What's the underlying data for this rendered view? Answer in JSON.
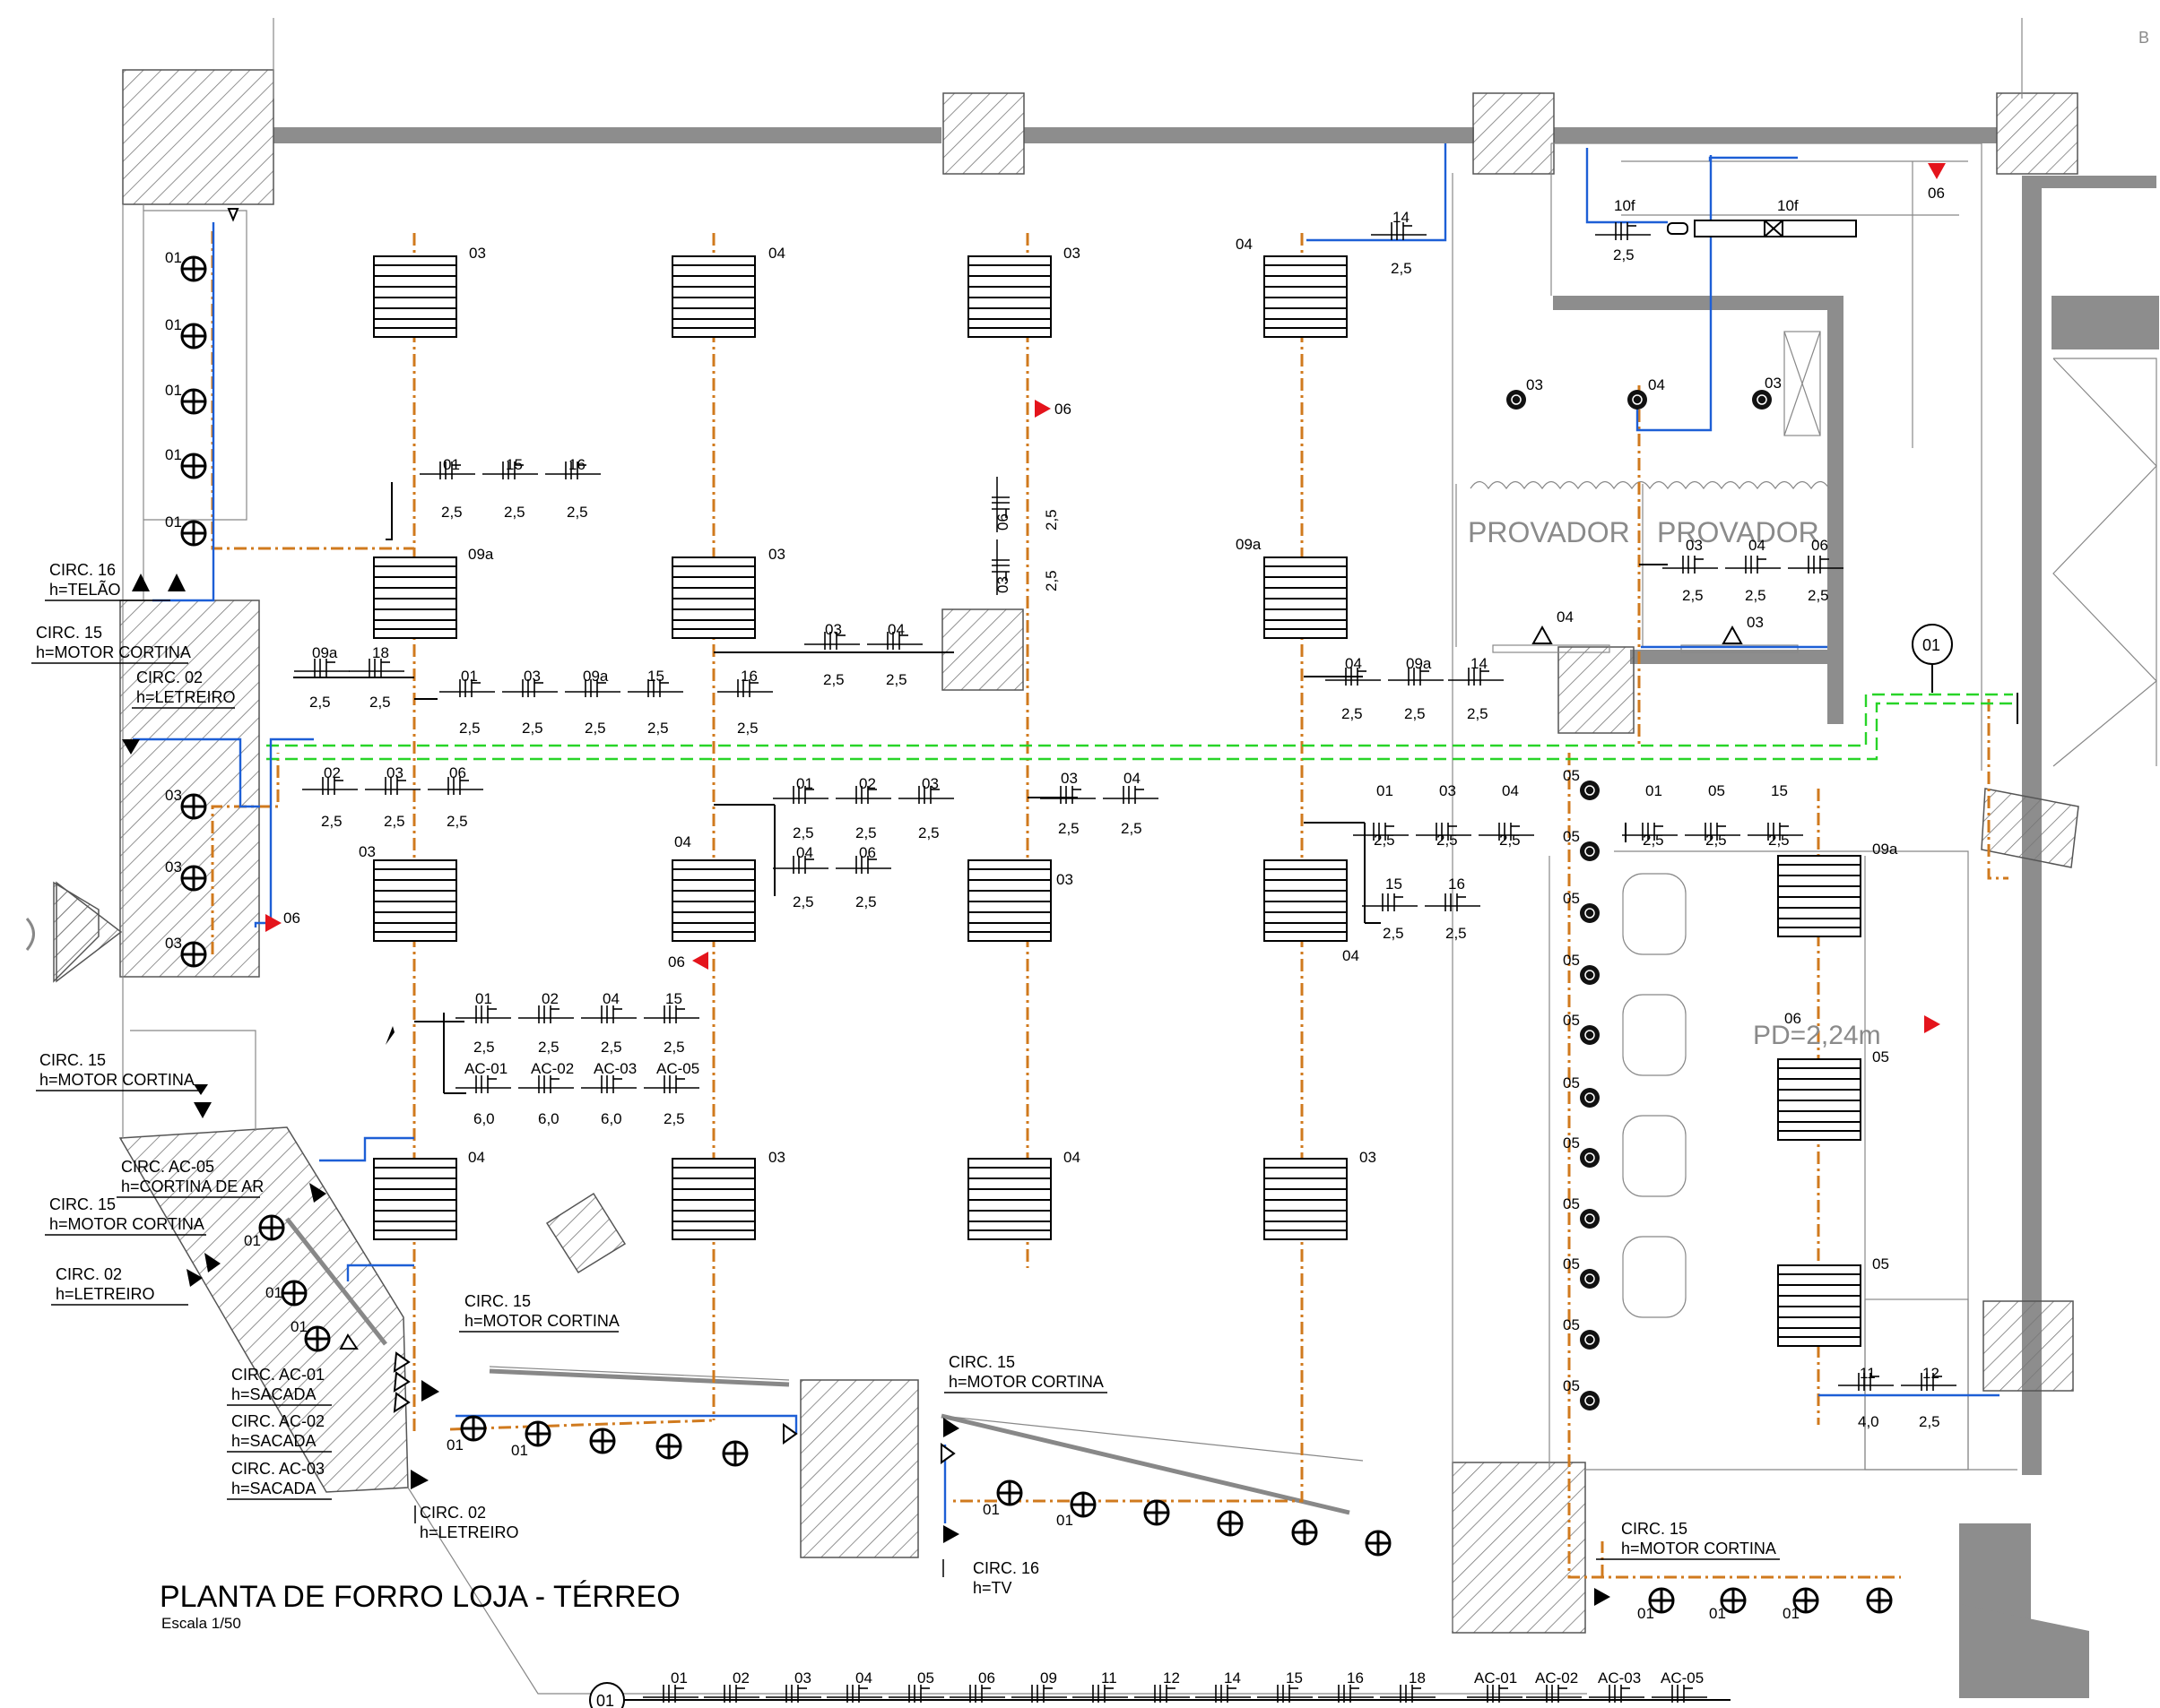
{
  "drawing": {
    "title": "PLANTA DE FORRO LOJA - TÉRREO",
    "scale": "Escala 1/50",
    "corner_mark": "B",
    "section_marker": "01",
    "legend_marker": "01"
  },
  "rooms": {
    "fitting_room_left": "PROVADOR",
    "fitting_room_right": "PROVADOR",
    "ceiling_height": "PD=2,24m"
  },
  "circuit_callouts": [
    {
      "name": "CIRC. 16",
      "height": "h=TELÃO"
    },
    {
      "name": "CIRC. 15",
      "height": "h=MOTOR CORTINA"
    },
    {
      "name": "CIRC. 02",
      "height": "h=LETREIRO"
    },
    {
      "name": "CIRC. 15",
      "height": "h=MOTOR CORTINA"
    },
    {
      "name": "CIRC. AC-05",
      "height": "h=CORTINA DE AR"
    },
    {
      "name": "CIRC. 15",
      "height": "h=MOTOR CORTINA"
    },
    {
      "name": "CIRC. 02",
      "height": "h=LETREIRO"
    },
    {
      "name": "CIRC. 15",
      "height": "h=MOTOR CORTINA"
    },
    {
      "name": "CIRC. AC-01",
      "height": "h=SACADA"
    },
    {
      "name": "CIRC. AC-02",
      "height": "h=SACADA"
    },
    {
      "name": "CIRC. AC-03",
      "height": "h=SACADA"
    },
    {
      "name": "CIRC. 02",
      "height": "h=LETREIRO"
    },
    {
      "name": "CIRC. 15",
      "height": "h=MOTOR CORTINA"
    },
    {
      "name": "CIRC. 16",
      "height": "h=TV"
    },
    {
      "name": "CIRC. 15",
      "height": "h=MOTOR CORTINA"
    }
  ],
  "fixture_labels": {
    "row1": [
      "03",
      "04",
      "03",
      "04"
    ],
    "row2": [
      "09a",
      "03",
      "09a"
    ],
    "row3": [
      "03",
      "04",
      "03",
      "04"
    ],
    "row4": [
      "04",
      "03",
      "04",
      "03"
    ],
    "right_column": [
      "09a",
      "05",
      "05"
    ],
    "ceiling_spots": [
      "03",
      "04",
      "03"
    ],
    "left_spots": [
      "01",
      "01",
      "01",
      "01",
      "01",
      "03",
      "03",
      "03"
    ],
    "bottom_spots": [
      "01",
      "01",
      "01",
      "01",
      "01",
      "01",
      "01",
      "01",
      "01",
      "01"
    ],
    "vertical_row": [
      "05",
      "05",
      "05",
      "05",
      "05",
      "05",
      "05",
      "05",
      "05",
      "05",
      "05"
    ],
    "markers": [
      "06",
      "06",
      "06",
      "06",
      "06"
    ]
  },
  "wire_groups": [
    {
      "circuits": [
        "01",
        "15",
        "16"
      ],
      "gauges": [
        "2,5",
        "2,5",
        "2,5"
      ]
    },
    {
      "circuits": [
        "09a",
        "18"
      ],
      "gauges": [
        "2,5",
        "2,5"
      ]
    },
    {
      "circuits": [
        "01",
        "03",
        "09a",
        "15",
        "16"
      ],
      "gauges": [
        "2,5",
        "2,5",
        "2,5",
        "2,5",
        "2,5"
      ]
    },
    {
      "circuits": [
        "03",
        "04"
      ],
      "gauges": [
        "2,5",
        "2,5"
      ]
    },
    {
      "circuits": [
        "02",
        "03",
        "06"
      ],
      "gauges": [
        "2,5",
        "2,5",
        "2,5"
      ]
    },
    {
      "circuits": [
        "01",
        "02",
        "03"
      ],
      "gauges": [
        "2,5",
        "2,5",
        "2,5"
      ]
    },
    {
      "circuits": [
        "04",
        "06"
      ],
      "gauges": [
        "2,5",
        "2,5"
      ]
    },
    {
      "circuits": [
        "03",
        "04"
      ],
      "gauges": [
        "2,5",
        "2,5"
      ]
    },
    {
      "circuits": [
        "04",
        "09a",
        "14"
      ],
      "gauges": [
        "2,5",
        "2,5",
        "2,5"
      ]
    },
    {
      "circuits": [
        "01",
        "03",
        "04"
      ],
      "gauges": [
        "2,5",
        "2,5",
        "2,5"
      ]
    },
    {
      "circuits": [
        "15",
        "16"
      ],
      "gauges": [
        "2,5",
        "2,5"
      ]
    },
    {
      "circuits": [
        "01",
        "05",
        "15"
      ],
      "gauges": [
        "2,5",
        "2,5",
        "2,5"
      ]
    },
    {
      "circuits": [
        "03",
        "04",
        "06"
      ],
      "gauges": [
        "2,5",
        "2,5",
        "2,5"
      ]
    },
    {
      "circuits": [
        "01",
        "02",
        "04",
        "15"
      ],
      "gauges": [
        "2,5",
        "2,5",
        "2,5",
        "2,5"
      ]
    },
    {
      "circuits": [
        "AC-01",
        "AC-02",
        "AC-03",
        "AC-05"
      ],
      "gauges": [
        "6,0",
        "6,0",
        "6,0",
        "2,5"
      ]
    },
    {
      "circuits": [
        "14"
      ],
      "gauges": [
        "2,5"
      ]
    },
    {
      "circuits": [
        "10f"
      ],
      "gauges": [
        "2,5"
      ]
    },
    {
      "circuits": [
        "11",
        "12"
      ],
      "gauges": [
        "4,0",
        "2,5"
      ]
    },
    {
      "circuits": [
        "06",
        "03"
      ],
      "gauges": [
        "2,5",
        "2,5"
      ]
    }
  ],
  "legend_circuits": [
    "01",
    "02",
    "03",
    "04",
    "05",
    "06",
    "09",
    "11",
    "12",
    "14",
    "15",
    "16",
    "18",
    "AC-01",
    "AC-02",
    "AC-03",
    "AC-05"
  ],
  "misc_labels": {
    "emergency_10f": "10f",
    "spot_04_left": "04",
    "spot_03_right": "03",
    "marker_06": "06"
  }
}
